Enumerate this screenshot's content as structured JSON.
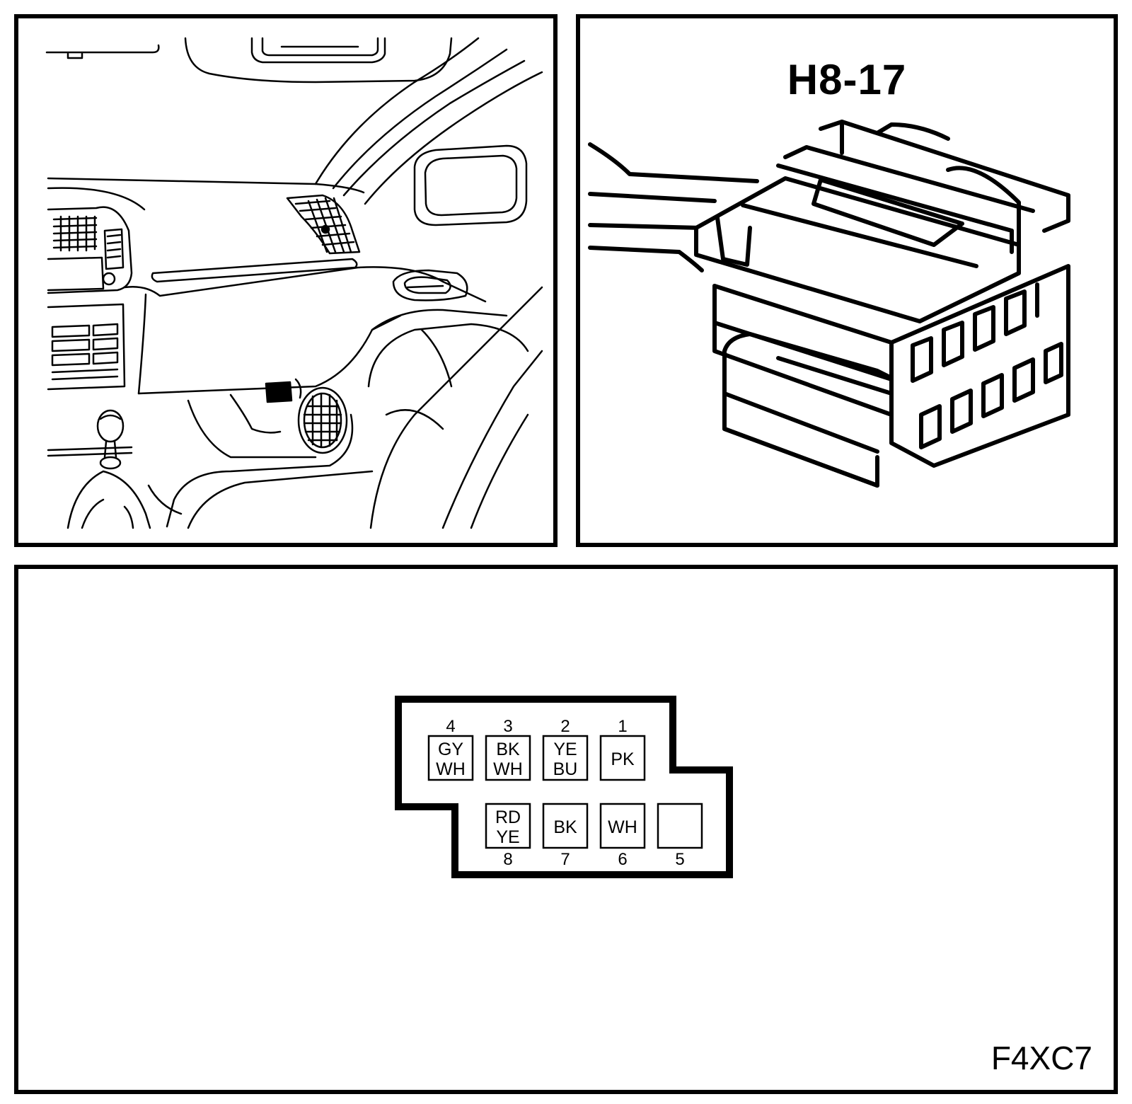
{
  "connector": {
    "title": "H8-17",
    "figure_code": "F4XC7"
  },
  "pinout": {
    "top_row": [
      {
        "pin": "4",
        "line1": "GY",
        "line2": "WH"
      },
      {
        "pin": "3",
        "line1": "BK",
        "line2": "WH"
      },
      {
        "pin": "2",
        "line1": "YE",
        "line2": "BU"
      },
      {
        "pin": "1",
        "line1": "PK",
        "line2": ""
      }
    ],
    "bottom_row": [
      {
        "pin": "8",
        "line1": "RD",
        "line2": "YE"
      },
      {
        "pin": "7",
        "line1": "BK",
        "line2": ""
      },
      {
        "pin": "6",
        "line1": "WH",
        "line2": ""
      },
      {
        "pin": "5",
        "line1": "",
        "line2": ""
      }
    ]
  }
}
